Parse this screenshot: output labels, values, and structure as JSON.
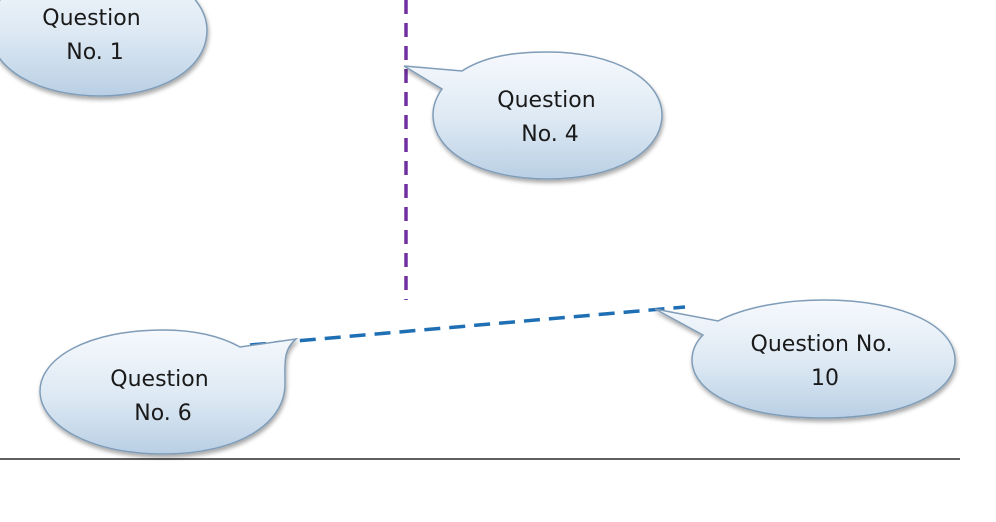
{
  "callouts": [
    {
      "id": "q1",
      "lines": [
        "Question",
        "No. 1"
      ]
    },
    {
      "id": "q4",
      "lines": [
        "Question",
        "No. 4"
      ]
    },
    {
      "id": "q6",
      "lines": [
        "Question",
        "No. 6"
      ]
    },
    {
      "id": "q10",
      "lines": [
        "Question No.",
        "10"
      ]
    }
  ],
  "colors": {
    "bubble_fill_top": "#f4f8fc",
    "bubble_fill_bottom": "#bfd3e6",
    "bubble_stroke": "#7f9cb8",
    "vertical_line": "#7030a0",
    "horizontal_line": "#1f6fb5",
    "baseline": "#000000"
  }
}
